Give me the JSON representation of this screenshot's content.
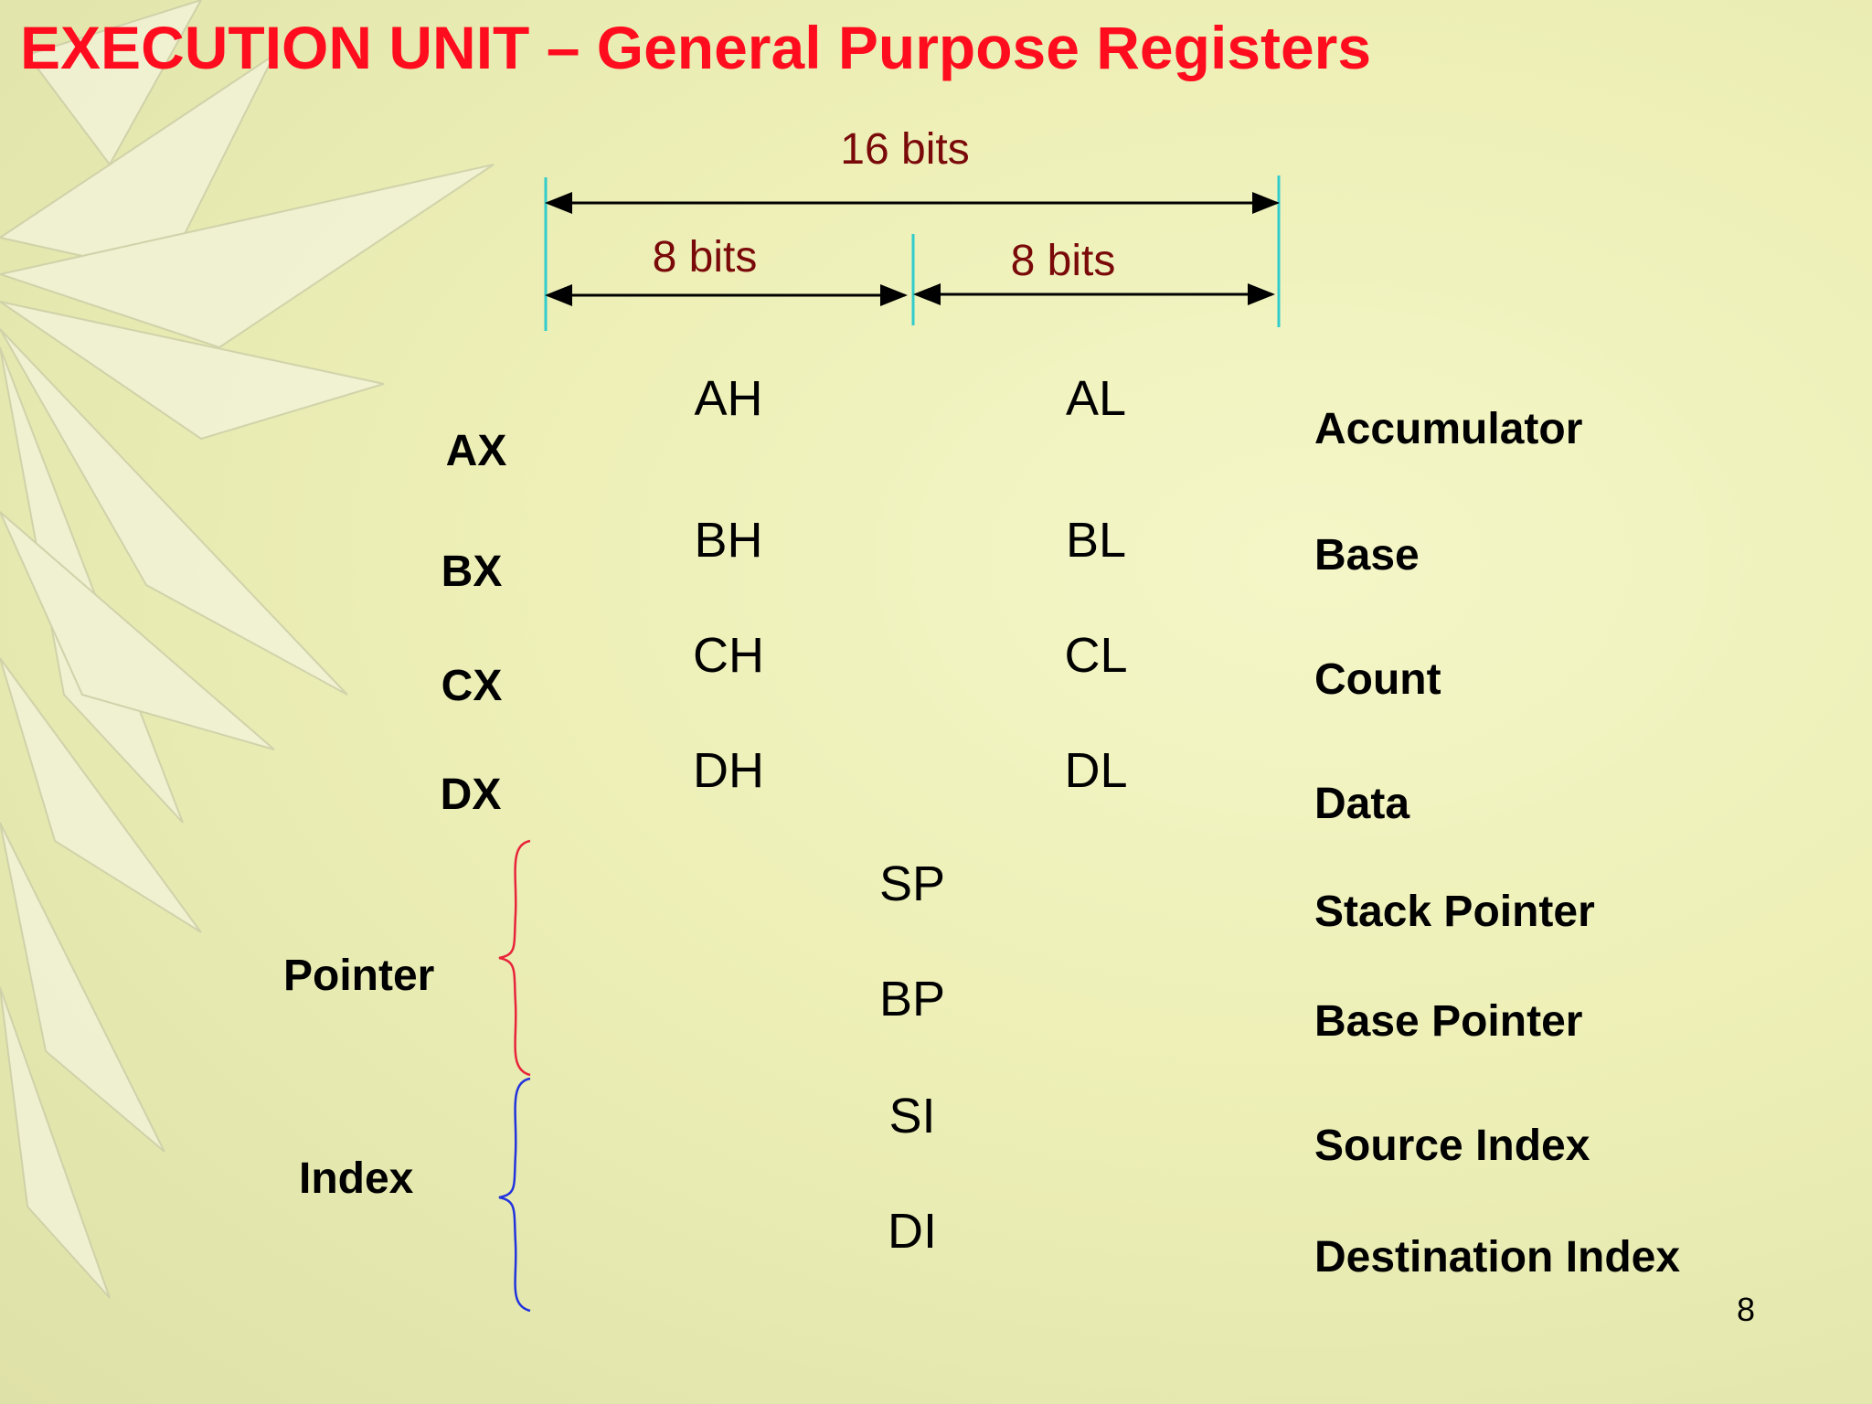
{
  "slide": {
    "title": "EXECUTION UNIT – General Purpose Registers",
    "page_number": "8"
  },
  "width_labels": {
    "total": "16 bits",
    "high": "8 bits",
    "low": "8 bits"
  },
  "registers": [
    {
      "name": "AX",
      "high": "AH",
      "low": "AL",
      "description": "Accumulator"
    },
    {
      "name": "BX",
      "high": "BH",
      "low": "BL",
      "description": "Base"
    },
    {
      "name": "CX",
      "high": "CH",
      "low": "CL",
      "description": "Count"
    },
    {
      "name": "DX",
      "high": "DH",
      "low": "DL",
      "description": "Data"
    }
  ],
  "groups": [
    {
      "label": "Pointer",
      "color": "#e8243a",
      "registers": [
        {
          "name": "SP",
          "description": "Stack Pointer"
        },
        {
          "name": "BP",
          "description": "Base Pointer"
        }
      ]
    },
    {
      "label": "Index",
      "color": "#2233dd",
      "registers": [
        {
          "name": "SI",
          "description": "Source Index"
        },
        {
          "name": "DI",
          "description": "Destination Index"
        }
      ]
    }
  ],
  "colors": {
    "title": "#ff0d1e",
    "bit_labels": "#7a0a0a",
    "tick_marks": "#33cccc"
  }
}
